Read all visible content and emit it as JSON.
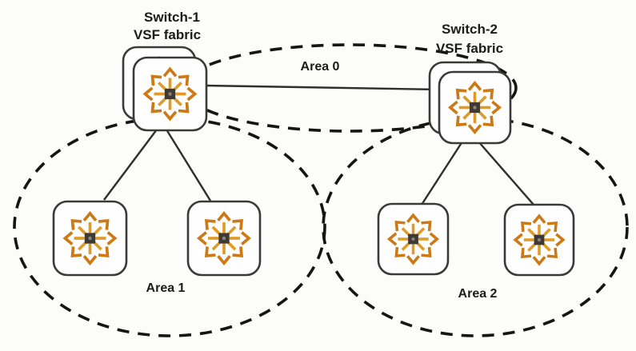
{
  "diagram": {
    "type": "network-topology",
    "nodes": {
      "switch1": {
        "line1": "Switch-1",
        "line2": "VSF fabric"
      },
      "switch2": {
        "line1": "Switch-2",
        "line2": "VSF fabric"
      }
    },
    "areas": {
      "area0": {
        "label": "Area 0"
      },
      "area1": {
        "label": "Area 1"
      },
      "area2": {
        "label": "Area 2"
      }
    },
    "icons": {
      "switch_icon": "l3-switch-multidirection-arrows-icon"
    },
    "links": [
      {
        "from": "switch1",
        "to": "switch2",
        "style": "solid"
      },
      {
        "from": "switch1",
        "to": "area1-switch-left",
        "style": "solid"
      },
      {
        "from": "switch1",
        "to": "area1-switch-right",
        "style": "solid"
      },
      {
        "from": "switch2",
        "to": "area2-switch-left",
        "style": "solid"
      },
      {
        "from": "switch2",
        "to": "area2-switch-right",
        "style": "solid"
      }
    ]
  },
  "colors": {
    "orange": "#e09a26",
    "orange_dark": "#cd7a16",
    "line": "#2e2e2e",
    "dash": "#151515",
    "card_border": "#3a3a3a",
    "bg": "#fcfcfb"
  }
}
